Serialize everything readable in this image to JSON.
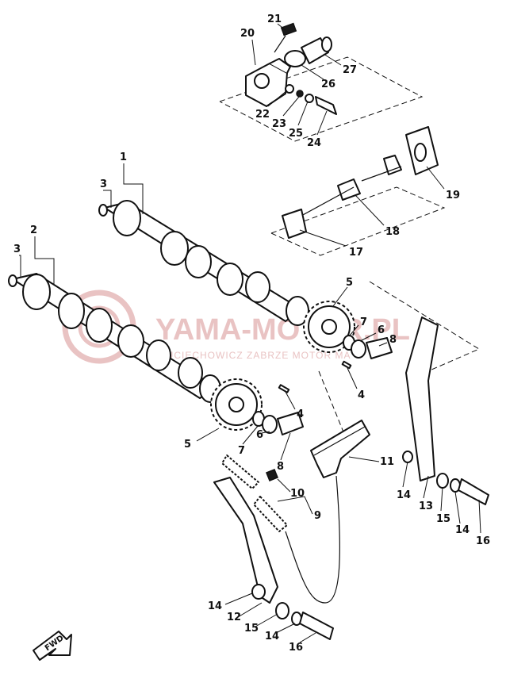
{
  "watermark": {
    "brand": "YAMA-MOTOR.PL",
    "subtext": "DUCIECHOWICZ ZABRZE MOTOR MA",
    "color": "#e9c3c3"
  },
  "direction_marker": {
    "label": "FWD",
    "icon": "forward-arrow-icon"
  },
  "callouts": [
    {
      "id": "c21",
      "label": "21"
    },
    {
      "id": "c20",
      "label": "20"
    },
    {
      "id": "c27",
      "label": "27"
    },
    {
      "id": "c26",
      "label": "26"
    },
    {
      "id": "c22",
      "label": "22"
    },
    {
      "id": "c23",
      "label": "23"
    },
    {
      "id": "c25",
      "label": "25"
    },
    {
      "id": "c24",
      "label": "24"
    },
    {
      "id": "c19",
      "label": "19"
    },
    {
      "id": "c18",
      "label": "18"
    },
    {
      "id": "c17",
      "label": "17"
    },
    {
      "id": "c1",
      "label": "1"
    },
    {
      "id": "c3a",
      "label": "3"
    },
    {
      "id": "c2",
      "label": "2"
    },
    {
      "id": "c3b",
      "label": "3"
    },
    {
      "id": "c5a",
      "label": "5"
    },
    {
      "id": "c7a",
      "label": "7"
    },
    {
      "id": "c6a",
      "label": "6"
    },
    {
      "id": "c8a",
      "label": "8"
    },
    {
      "id": "c4a",
      "label": "4"
    },
    {
      "id": "c4b",
      "label": "4"
    },
    {
      "id": "c5b",
      "label": "5"
    },
    {
      "id": "c7b",
      "label": "7"
    },
    {
      "id": "c6b",
      "label": "6"
    },
    {
      "id": "c8b",
      "label": "8"
    },
    {
      "id": "c11",
      "label": "11"
    },
    {
      "id": "c10",
      "label": "10"
    },
    {
      "id": "c9",
      "label": "9"
    },
    {
      "id": "c14a",
      "label": "14"
    },
    {
      "id": "c13",
      "label": "13"
    },
    {
      "id": "c15a",
      "label": "15"
    },
    {
      "id": "c14b",
      "label": "14"
    },
    {
      "id": "c16a",
      "label": "16"
    },
    {
      "id": "c14c",
      "label": "14"
    },
    {
      "id": "c12",
      "label": "12"
    },
    {
      "id": "c15b",
      "label": "15"
    },
    {
      "id": "c14d",
      "label": "14"
    },
    {
      "id": "c16b",
      "label": "16"
    }
  ]
}
